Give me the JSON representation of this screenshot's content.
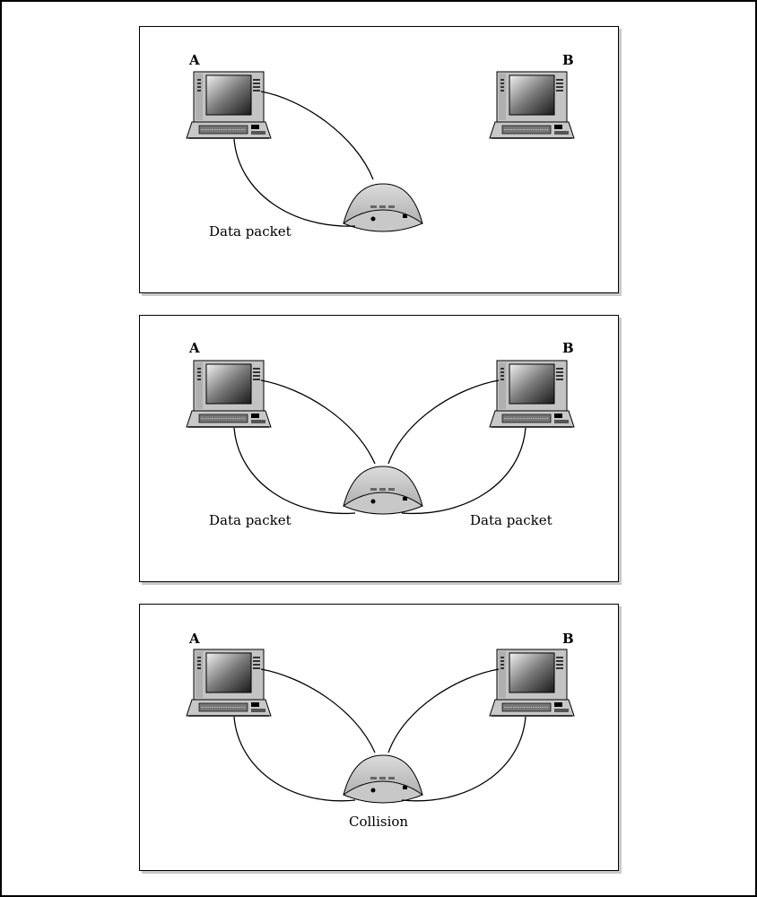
{
  "panels": [
    {
      "node_a": "A",
      "node_b": "B",
      "labels": [
        "Data packet"
      ]
    },
    {
      "node_a": "A",
      "node_b": "B",
      "labels": [
        "Data packet",
        "Data packet"
      ]
    },
    {
      "node_a": "A",
      "node_b": "B",
      "labels": [
        "Collision"
      ]
    }
  ],
  "icons": {
    "computer": "laptop-icon",
    "hub": "hub-icon"
  },
  "colors": {
    "line": "#000000",
    "device_gray": "#c0c0c0",
    "shadow": "#c9c9c9"
  }
}
